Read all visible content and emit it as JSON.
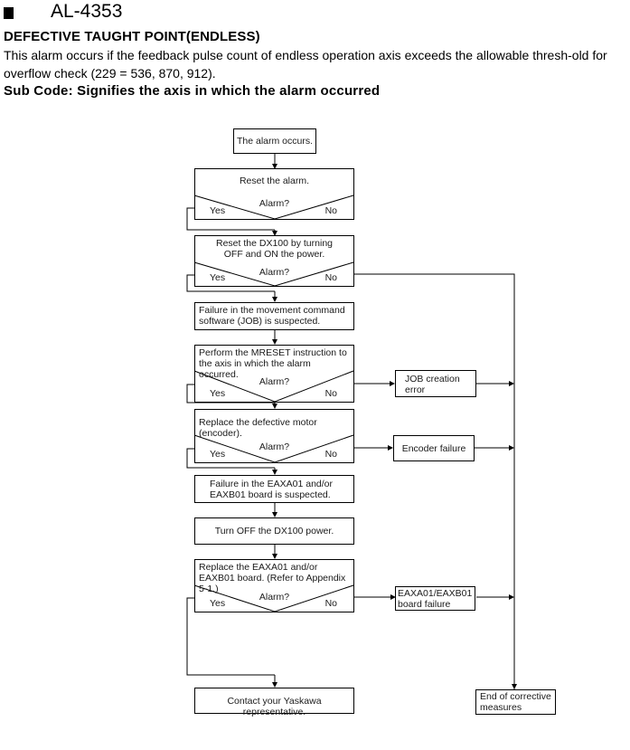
{
  "header": {
    "bullet_icon": "black-square",
    "alarm_code": "AL-4353",
    "title": "DEFECTIVE TAUGHT POINT(ENDLESS)",
    "description": "This alarm occurs if the feedback pulse count of endless operation axis exceeds the allowable thresh-old for overflow check (229 = 536, 870, 912).",
    "sub_code": "Sub Code: Signifies the axis in which the alarm occurred"
  },
  "flowchart": {
    "start": "The alarm occurs.",
    "steps": [
      {
        "action": "Reset the alarm.",
        "question": "Alarm?",
        "yes": "Yes",
        "no": "No"
      },
      {
        "action": "Reset the DX100 by turning OFF and ON the power.",
        "question": "Alarm?",
        "yes": "Yes",
        "no": "No"
      },
      {
        "action": "Failure in the movement command software (JOB) is suspected."
      },
      {
        "action": "Perform the MRESET instruction to the axis in which the alarm occurred.",
        "question": "Alarm?",
        "yes": "Yes",
        "no": "No"
      },
      {
        "action": "Replace the defective motor (encoder).",
        "question": "Alarm?",
        "yes": "Yes",
        "no": "No"
      },
      {
        "action": "Failure in the EAXA01 and/or EAXB01 board is suspected."
      },
      {
        "action": "Turn OFF the DX100 power."
      },
      {
        "action": "Replace the EAXA01 and/or EAXB01 board. (Refer to Appendix 5-1.)",
        "question": "Alarm?",
        "yes": "Yes",
        "no": "No"
      }
    ],
    "results": {
      "job_error": "JOB creation error",
      "encoder_failure": "Encoder failure",
      "board_failure": "EAXA01/EAXB01 board failure",
      "contact": "Contact your Yaskawa representative.",
      "end": "End of corrective measures"
    }
  }
}
